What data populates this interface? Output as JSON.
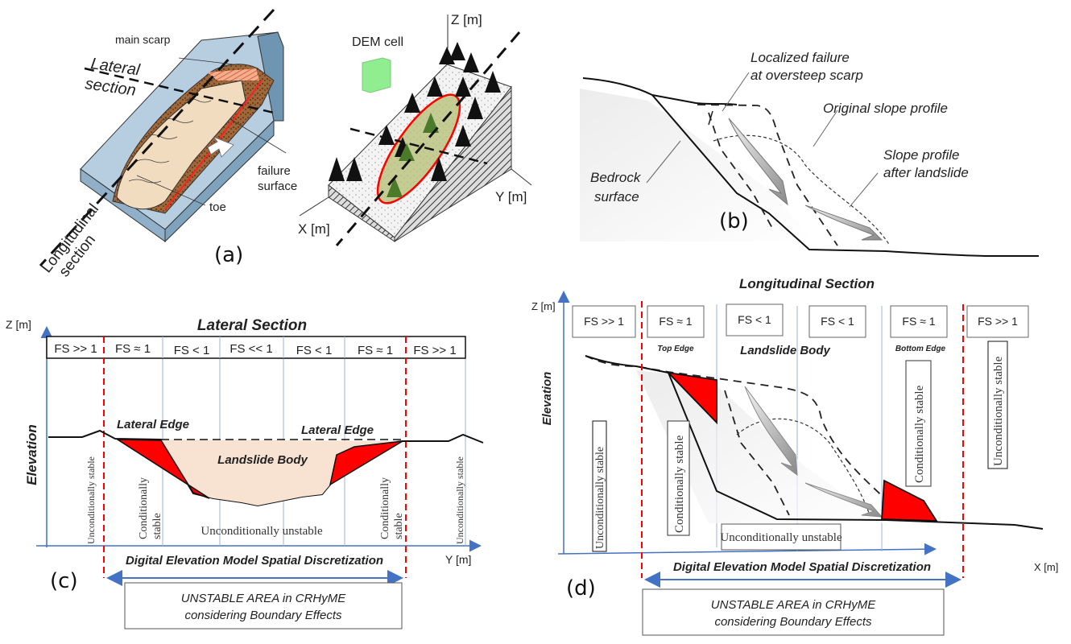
{
  "panel_a": {
    "label": "(a)",
    "main_scarp": "main scarp",
    "lateral_section": [
      "Lateral",
      "section"
    ],
    "longitudinal_section": [
      "Longitudinal",
      "section"
    ],
    "failure_surface": [
      "failure",
      "surface"
    ],
    "toe": "toe",
    "dem_cell": "DEM cell",
    "axis_z": "Z [m]",
    "axis_x": "X [m]",
    "axis_y": "Y [m]"
  },
  "panel_b": {
    "label": "(b)",
    "localized_failure": [
      "Localized failure",
      "at oversteep scarp"
    ],
    "original_profile": "Original slope profile",
    "after_profile": [
      "Slope profile",
      "after landslide"
    ],
    "bedrock": [
      "Bedrock",
      "surface"
    ]
  },
  "panel_c": {
    "label": "(c)",
    "title": "Lateral Section",
    "axis_z": "Z [m]",
    "axis_y": "Y [m]",
    "ylabel": "Elevation",
    "fs_cells": [
      "FS >> 1",
      "FS ≈ 1",
      "FS < 1",
      "FS << 1",
      "FS < 1",
      "FS ≈ 1",
      "FS >> 1"
    ],
    "lateral_edge": "Lateral Edge",
    "landslide_body": "Landslide Body",
    "uncond_stable": "Unconditionally stable",
    "cond_stable": [
      "Conditionally",
      "stable"
    ],
    "uncond_unstable": "Unconditionally unstable",
    "dem_discretization": "Digital Elevation Model Spatial Discretization",
    "unstable_area": [
      "UNSTABLE AREA in CRHyME",
      "considering Boundary Effects"
    ]
  },
  "panel_d": {
    "label": "(d)",
    "title": "Longitudinal Section",
    "axis_z": "Z [m]",
    "axis_x": "X [m]",
    "ylabel": "Elevation",
    "fs_cells": [
      "FS >> 1",
      "FS ≈ 1",
      "FS < 1",
      "FS < 1",
      "FS ≈ 1",
      "FS >> 1"
    ],
    "top_edge": "Top Edge",
    "landslide_body": "Landslide Body",
    "bottom_edge": "Bottom Edge",
    "uncond_stable": "Unconditionally stable",
    "cond_stable": "Conditionally stable",
    "uncond_unstable": "Unconditionally unstable",
    "dem_discretization": "Digital Elevation Model Spatial Discretization",
    "unstable_area": [
      "UNSTABLE AREA in CRHyME",
      "considering Boundary Effects"
    ]
  },
  "colors": {
    "red": "#ff0000",
    "blue_axis": "#4472c4",
    "body_fill": "#f8e2d2",
    "ellipse_fill": "#b8c07a",
    "dem_green": "#90ee90"
  }
}
